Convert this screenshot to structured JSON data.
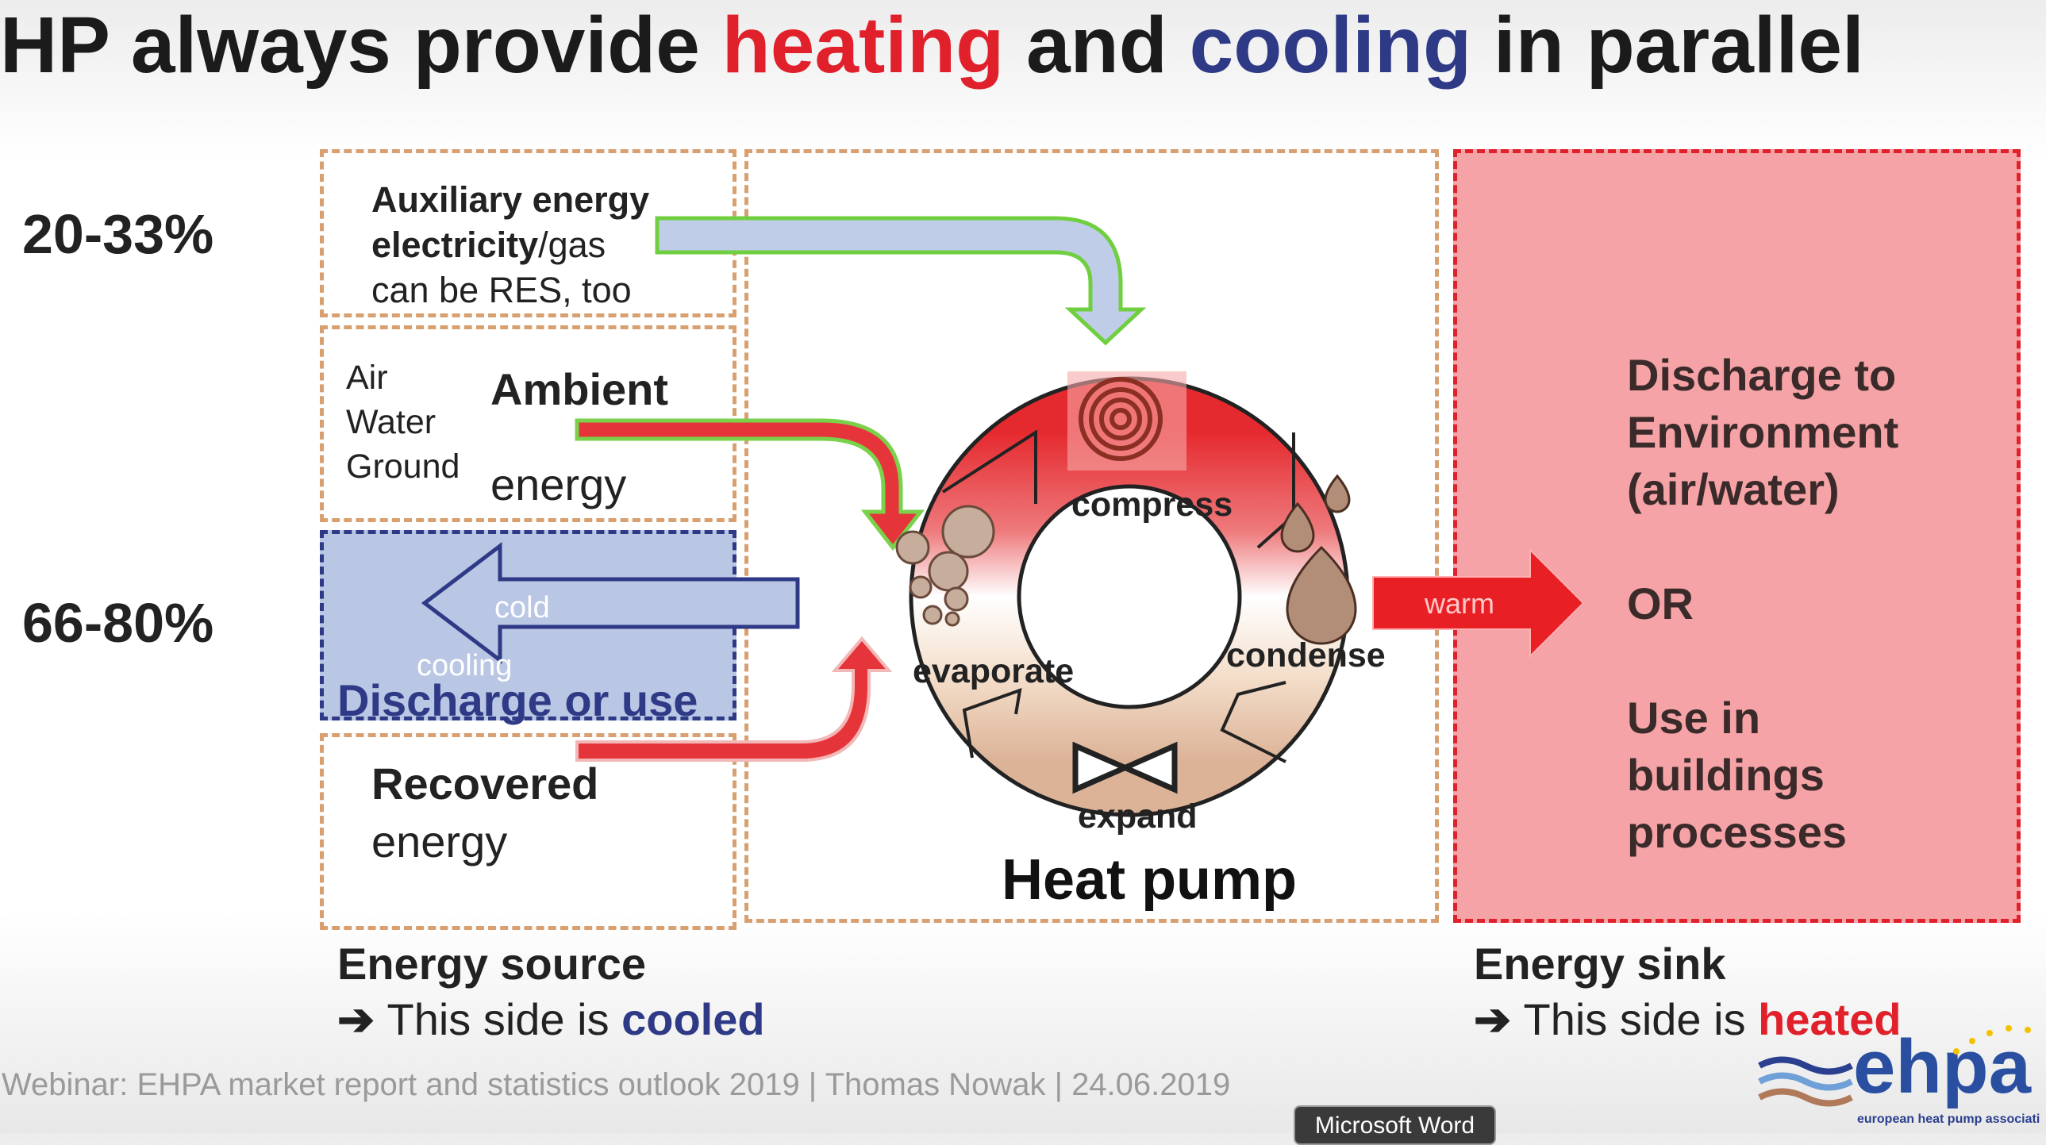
{
  "title": {
    "part1": "HP always provide ",
    "heating": "heating",
    "part2": " and ",
    "cooling": "cooling",
    "part3": " in parallel"
  },
  "percentages": {
    "top": "20-33%",
    "bottom": "66-80%"
  },
  "auxiliary": {
    "line1": "Auxiliary energy",
    "line2a": "electricity",
    "line2b": "/gas",
    "line3": "can be RES, too"
  },
  "ambient": {
    "sources": [
      "Air",
      "Water",
      "Ground"
    ],
    "title": "Ambient",
    "sub": "energy"
  },
  "discharge": {
    "cold": "cold",
    "cooling": "cooling",
    "label": "Discharge or use"
  },
  "recovered": {
    "title": "Recovered",
    "sub": "energy"
  },
  "cycle": {
    "compress": "compress",
    "evaporate": "evaporate",
    "condense": "condense",
    "expand": "expand",
    "title": "Heat pump"
  },
  "warm_label": "warm",
  "sink_text": {
    "line1": "Discharge to",
    "line2": "Environment",
    "line3": "(air/water)",
    "or": "OR",
    "line4": "Use in",
    "line5": "buildings",
    "line6": "processes"
  },
  "energy_source": {
    "title": "Energy source",
    "prefix": "This side is ",
    "state": "cooled"
  },
  "energy_sink": {
    "title": "Energy sink",
    "prefix": "This side is ",
    "state": "heated"
  },
  "footer": "Webinar: EHPA market report and statistics outlook 2019 | Thomas Nowak | 24.06.2019",
  "logo": {
    "text": "ehpa",
    "sub": "european heat pump association"
  },
  "taskbar_tooltip": "Microsoft Word",
  "colors": {
    "heating": "#e0202a",
    "cooling": "#2f3a86",
    "sink_fill": "#f5a3a6",
    "sink_border": "#e0202a",
    "cool_fill": "#b9c6e4",
    "source_border": "#d8a070"
  }
}
